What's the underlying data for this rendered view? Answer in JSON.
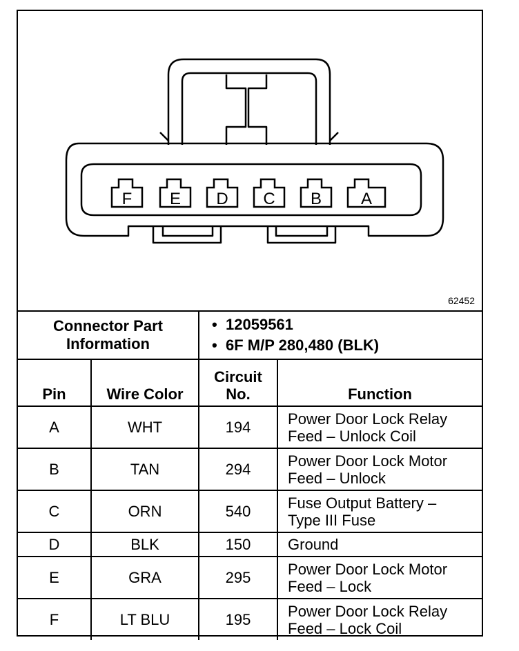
{
  "diagram": {
    "pins_left_to_right": [
      "F",
      "E",
      "D",
      "C",
      "B",
      "A"
    ],
    "figure_id": "62452"
  },
  "connector_info": {
    "label_line1": "Connector Part",
    "label_line2": "Information",
    "values": [
      "12059561",
      "6F M/P 280,480 (BLK)"
    ]
  },
  "table": {
    "headers": {
      "pin": "Pin",
      "wire_color": "Wire Color",
      "circuit_line1": "Circuit",
      "circuit_line2": "No.",
      "function": "Function"
    },
    "rows": [
      {
        "pin": "A",
        "wire": "WHT",
        "circuit": "194",
        "func1": "Power Door Lock Relay",
        "func2": "Feed – Unlock Coil"
      },
      {
        "pin": "B",
        "wire": "TAN",
        "circuit": "294",
        "func1": "Power Door Lock Motor",
        "func2": "Feed – Unlock"
      },
      {
        "pin": "C",
        "wire": "ORN",
        "circuit": "540",
        "func1": "Fuse Output Battery –",
        "func2": "Type III Fuse"
      },
      {
        "pin": "D",
        "wire": "BLK",
        "circuit": "150",
        "func1": "Ground",
        "func2": ""
      },
      {
        "pin": "E",
        "wire": "GRA",
        "circuit": "295",
        "func1": "Power Door Lock Motor",
        "func2": "Feed – Lock"
      },
      {
        "pin": "F",
        "wire": "LT BLU",
        "circuit": "195",
        "func1": "Power Door Lock Relay",
        "func2": "Feed – Lock Coil"
      }
    ]
  }
}
